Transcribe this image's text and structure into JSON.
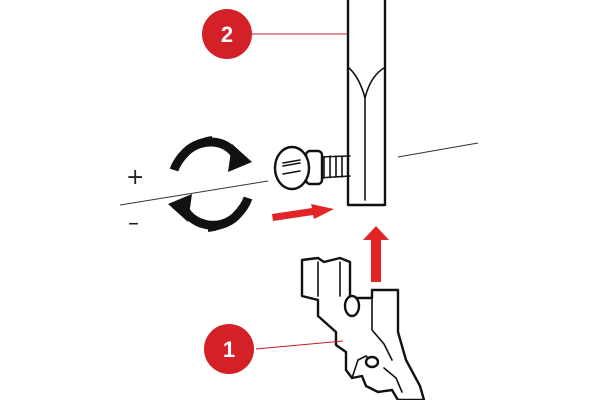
{
  "callouts": [
    {
      "number": "1",
      "part": "presser-foot-holder"
    },
    {
      "number": "2",
      "part": "presser-bar"
    }
  ],
  "adjustment_signs": {
    "plus": "+",
    "minus": "–"
  },
  "colors": {
    "badge": "#d42027",
    "arrow": "#e32427",
    "leader": "#c62026",
    "outline": "#111111",
    "background": "#ffffff"
  },
  "icons": [
    "rotate-screw-icon",
    "insert-arrow-icon",
    "attach-up-arrow-icon"
  ]
}
